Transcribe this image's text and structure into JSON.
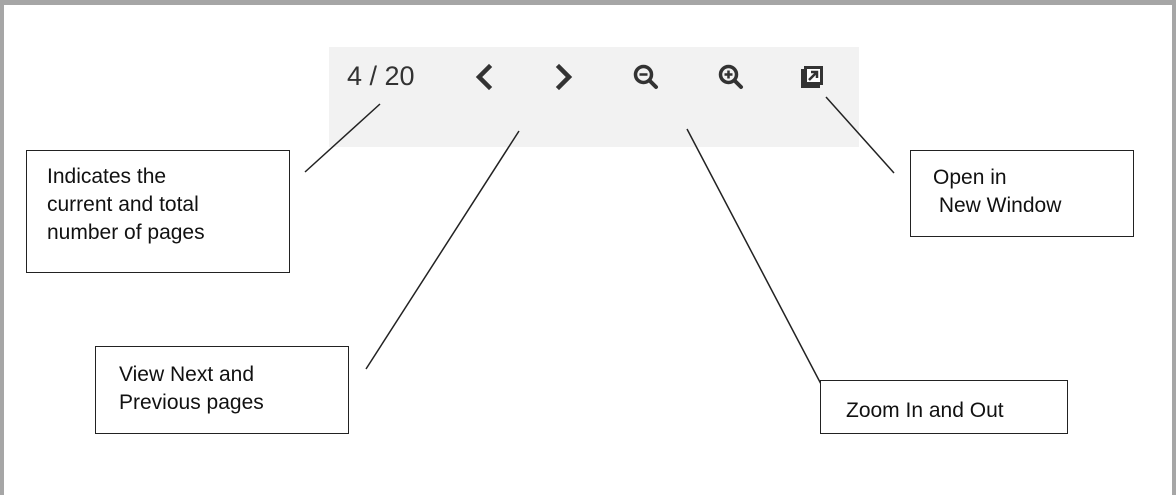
{
  "viewer_toolbar": {
    "page_counter": "4 / 20",
    "buttons": [
      {
        "name": "previous-page-button",
        "icon": "chevron-left-icon"
      },
      {
        "name": "next-page-button",
        "icon": "chevron-right-icon"
      },
      {
        "name": "zoom-out-button",
        "icon": "zoom-out-icon"
      },
      {
        "name": "zoom-in-button",
        "icon": "zoom-in-icon"
      },
      {
        "name": "open-new-window-button",
        "icon": "external-link-icon"
      }
    ]
  },
  "callouts": {
    "page_count": {
      "line1": "Indicates the",
      "line2": "current and total",
      "line3": "number of pages"
    },
    "navigation": {
      "line1": "View Next and",
      "line2": "Previous pages"
    },
    "zoom": {
      "line1": "Zoom In and Out"
    },
    "new_window": {
      "line1": "Open in",
      "line2": " New Window"
    }
  },
  "colors": {
    "toolbar_background": "#f2f2f2",
    "icon_color": "#333333",
    "frame_border": "#a6a6a6"
  }
}
